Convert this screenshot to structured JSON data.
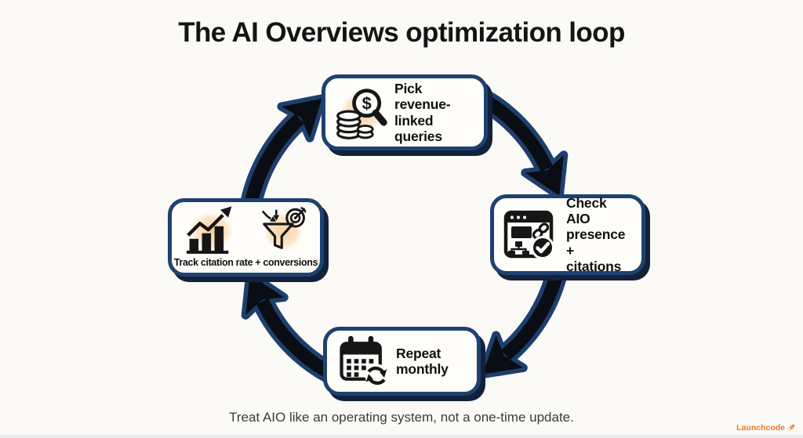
{
  "title": "The AI Overviews optimization loop",
  "caption": "Treat AIO like an operating system, not a one-time update.",
  "brand": {
    "name": "Launchcode"
  },
  "colors": {
    "background": "#fbfaf7",
    "title": "#141414",
    "caption": "#3b3b3b",
    "box_border": "#1e4270",
    "box_shadow": "#13213b",
    "arrow_fill": "#0a0d13",
    "arrow_outline": "#1e3f6e",
    "icon_glow": "#f6d4a0",
    "brand_orange": "#e8792e"
  },
  "diagram": {
    "type": "cycle",
    "direction": "clockwise",
    "steps": [
      {
        "id": "pick-queries",
        "position": "top",
        "icon": "money-search-icon",
        "label": "Pick\nrevenue-linked\nqueries"
      },
      {
        "id": "check-presence",
        "position": "right",
        "icon": "browser-check-icon",
        "label": "Check AIO\npresence +\ncitations"
      },
      {
        "id": "repeat-monthly",
        "position": "bottom",
        "icon": "calendar-refresh-icon",
        "label": "Repeat\nmonthly"
      },
      {
        "id": "track-metrics",
        "position": "left",
        "icons": [
          "bar-chart-icon",
          "funnel-target-icon"
        ],
        "label": "Track citation rate + conversions"
      }
    ]
  }
}
